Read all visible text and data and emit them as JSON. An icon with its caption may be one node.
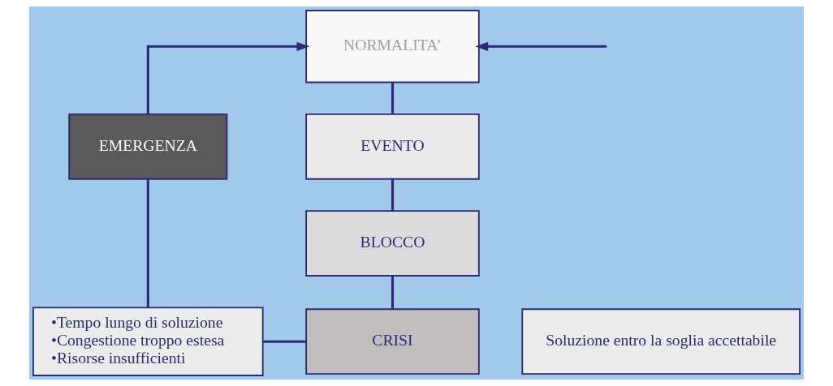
{
  "diagram": {
    "nodes": [
      {
        "text": [
          "NORMALITA’"
        ]
      },
      {
        "text": [
          "EVENTO"
        ]
      },
      {
        "text": [
          "BLOCCO"
        ]
      },
      {
        "text": [
          "CRISI"
        ]
      },
      {
        "text": [
          "EMERGENZA"
        ]
      },
      {
        "text": [
          "•Tempo lungo di soluzione",
          "•Congestione troppo estesa",
          "•Risorse insufficienti"
        ]
      },
      {
        "text": [
          "Soluzione entro la soglia accettabile"
        ]
      }
    ],
    "edges": [
      {
        "from": 0,
        "to": 1,
        "arrow": "none"
      },
      {
        "from": 1,
        "to": 2,
        "arrow": "none"
      },
      {
        "from": 2,
        "to": 3,
        "arrow": "none"
      },
      {
        "from": 5,
        "to": 3,
        "arrow": "none"
      },
      {
        "from": 4,
        "to": 5,
        "arrow": "none"
      },
      {
        "from": 4,
        "to": 0,
        "arrow": "to"
      },
      {
        "from": null,
        "to": 0,
        "arrow": "to"
      }
    ]
  }
}
